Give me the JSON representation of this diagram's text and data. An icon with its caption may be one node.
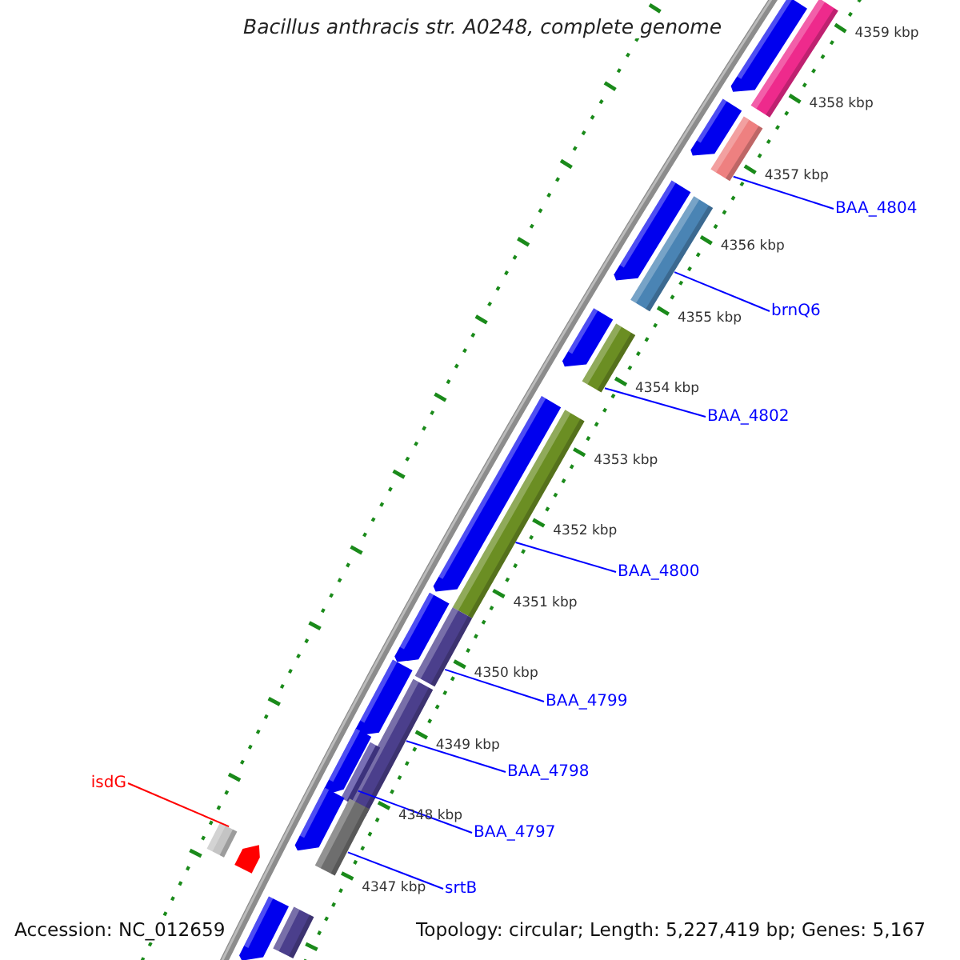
{
  "diagram": {
    "title": "Bacillus anthracis str. A0248, complete genome",
    "nodes": [
      {
        "text": [
          "BAA_4804"
        ]
      },
      {
        "text": [
          "brnQ6"
        ]
      },
      {
        "text": [
          "BAA_4802"
        ]
      },
      {
        "text": [
          "BAA_4800"
        ]
      },
      {
        "text": [
          "BAA_4799"
        ]
      },
      {
        "text": [
          "BAA_4798"
        ]
      },
      {
        "text": [
          "isdG"
        ]
      },
      {
        "text": [
          "BAA_4797"
        ]
      },
      {
        "text": [
          "srtB"
        ]
      },
      {
        "text": [],
        "shape": "arrow"
      },
      {
        "text": [],
        "shape": "bar"
      },
      {
        "text": [],
        "shape": "arrow"
      },
      {
        "text": [],
        "shape": "bar"
      },
      {
        "text": [],
        "shape": "arrow"
      },
      {
        "text": [],
        "shape": "bar"
      },
      {
        "text": [],
        "shape": "arrow"
      },
      {
        "text": [],
        "shape": "bar"
      },
      {
        "text": [],
        "shape": "arrow"
      },
      {
        "text": [],
        "shape": "bar"
      },
      {
        "text": [],
        "shape": "arrow"
      },
      {
        "text": [],
        "shape": "bar"
      },
      {
        "text": [],
        "shape": "arrow"
      },
      {
        "text": [],
        "shape": "bar"
      },
      {
        "text": [],
        "shape": "arrow"
      },
      {
        "text": [],
        "shape": "bar"
      },
      {
        "text": [],
        "shape": "bar"
      },
      {
        "text": [],
        "shape": "arrow"
      },
      {
        "text": [],
        "shape": "bar"
      },
      {
        "text": [],
        "shape": "arrow"
      },
      {
        "text": [],
        "shape": "bar"
      },
      {
        "text": [],
        "shape": "arrow"
      }
    ],
    "edges": [
      {
        "from": 0,
        "to": 12,
        "arrow": "none"
      },
      {
        "from": 1,
        "to": 14,
        "arrow": "none"
      },
      {
        "from": 2,
        "to": 16,
        "arrow": "none"
      },
      {
        "from": 3,
        "to": 18,
        "arrow": "none"
      },
      {
        "from": 4,
        "to": 20,
        "arrow": "none"
      },
      {
        "from": 5,
        "to": 22,
        "arrow": "none"
      },
      {
        "from": 6,
        "to": 27,
        "arrow": "none",
        "color": "#ff0000"
      },
      {
        "from": 7,
        "to": 24,
        "arrow": "none"
      },
      {
        "from": 8,
        "to": 25,
        "arrow": "none"
      }
    ],
    "labels": [
      "4359 kbp",
      "4358 kbp",
      "4357 kbp",
      "4356 kbp",
      "4355 kbp",
      "4354 kbp",
      "4353 kbp",
      "4352 kbp",
      "4351 kbp",
      "4350 kbp",
      "4349 kbp",
      "4348 kbp",
      "4347 kbp",
      "Accession: NC_012659",
      "Topology: circular; Length: 5,227,419 bp; Genes: 5,167"
    ]
  }
}
